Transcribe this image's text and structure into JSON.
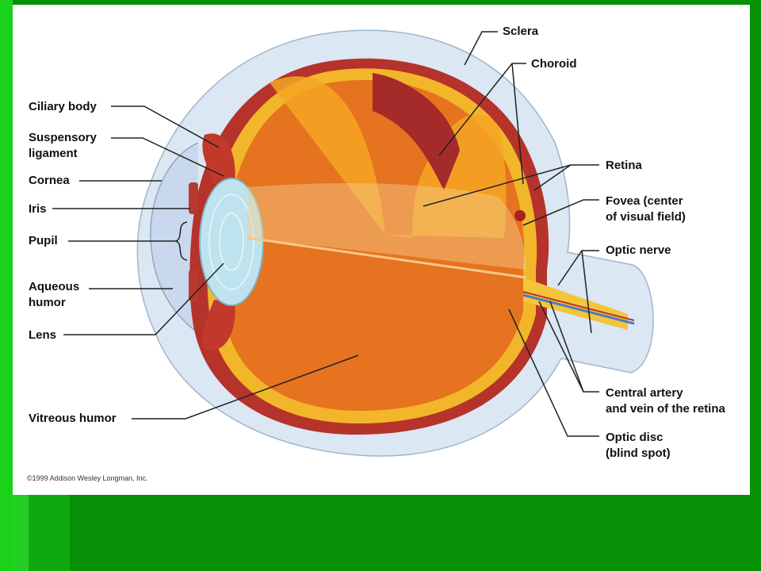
{
  "colors": {
    "slide_green": "#069106",
    "slide_bright_green": "#1bd21b",
    "panel_white": "#ffffff",
    "sclera": "#dbe7f2",
    "choroid": "#b5332b",
    "retina": "#f2b62a",
    "vitreous": "#e6731f",
    "lens": "#bfe3ee"
  },
  "labels": {
    "sclera": "Sclera",
    "choroid": "Choroid",
    "ciliary_body": "Ciliary body",
    "suspensory_1": "Suspensory",
    "suspensory_2": "ligament",
    "cornea": "Cornea",
    "iris": "Iris",
    "pupil": "Pupil",
    "aqueous_1": "Aqueous",
    "aqueous_2": "humor",
    "lens": "Lens",
    "vitreous": "Vitreous humor",
    "retina": "Retina",
    "fovea_1": "Fovea (center",
    "fovea_2": "of visual field)",
    "optic_nerve": "Optic nerve",
    "central_1": "Central artery",
    "central_2": "and vein of the retina",
    "optic_disc_1": "Optic disc",
    "optic_disc_2": "(blind spot)"
  },
  "copyright": "©1999 Addison Wesley Longman, Inc."
}
